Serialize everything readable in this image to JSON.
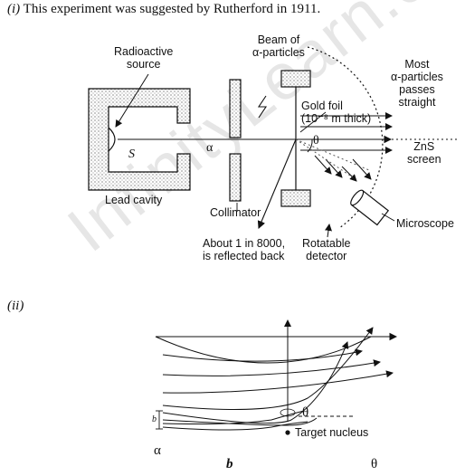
{
  "caption_i": {
    "marker": "(i)",
    "text": "This experiment was suggested by Rutherford in 1911."
  },
  "caption_ii": {
    "marker": "(ii)"
  },
  "watermark": "InfinityLearn.com",
  "labels": {
    "radioactive_source": [
      "Radioactive",
      "source"
    ],
    "beam": [
      "Beam of",
      "α-particles"
    ],
    "most": [
      "Most",
      "α-particles",
      "passes",
      "straight"
    ],
    "gold_foil": [
      "Gold foil",
      "(10⁻⁸ m thick)"
    ],
    "zns": [
      "ZnS",
      "screen"
    ],
    "microscope": "Microscope",
    "lead_cavity": "Lead cavity",
    "collimator": "Collimator",
    "reflected": [
      "About 1 in 8000,",
      "is reflected back"
    ],
    "rotatable": [
      "Rotatable",
      "detector"
    ],
    "source_s": "S",
    "alpha": "α",
    "theta": "θ"
  },
  "part_ii_labels": {
    "theta": "θ",
    "b_small": "b",
    "target_nucleus": "Target nucleus",
    "alpha_bottom": "α",
    "b_bottom": "b",
    "theta_bottom": "θ"
  }
}
